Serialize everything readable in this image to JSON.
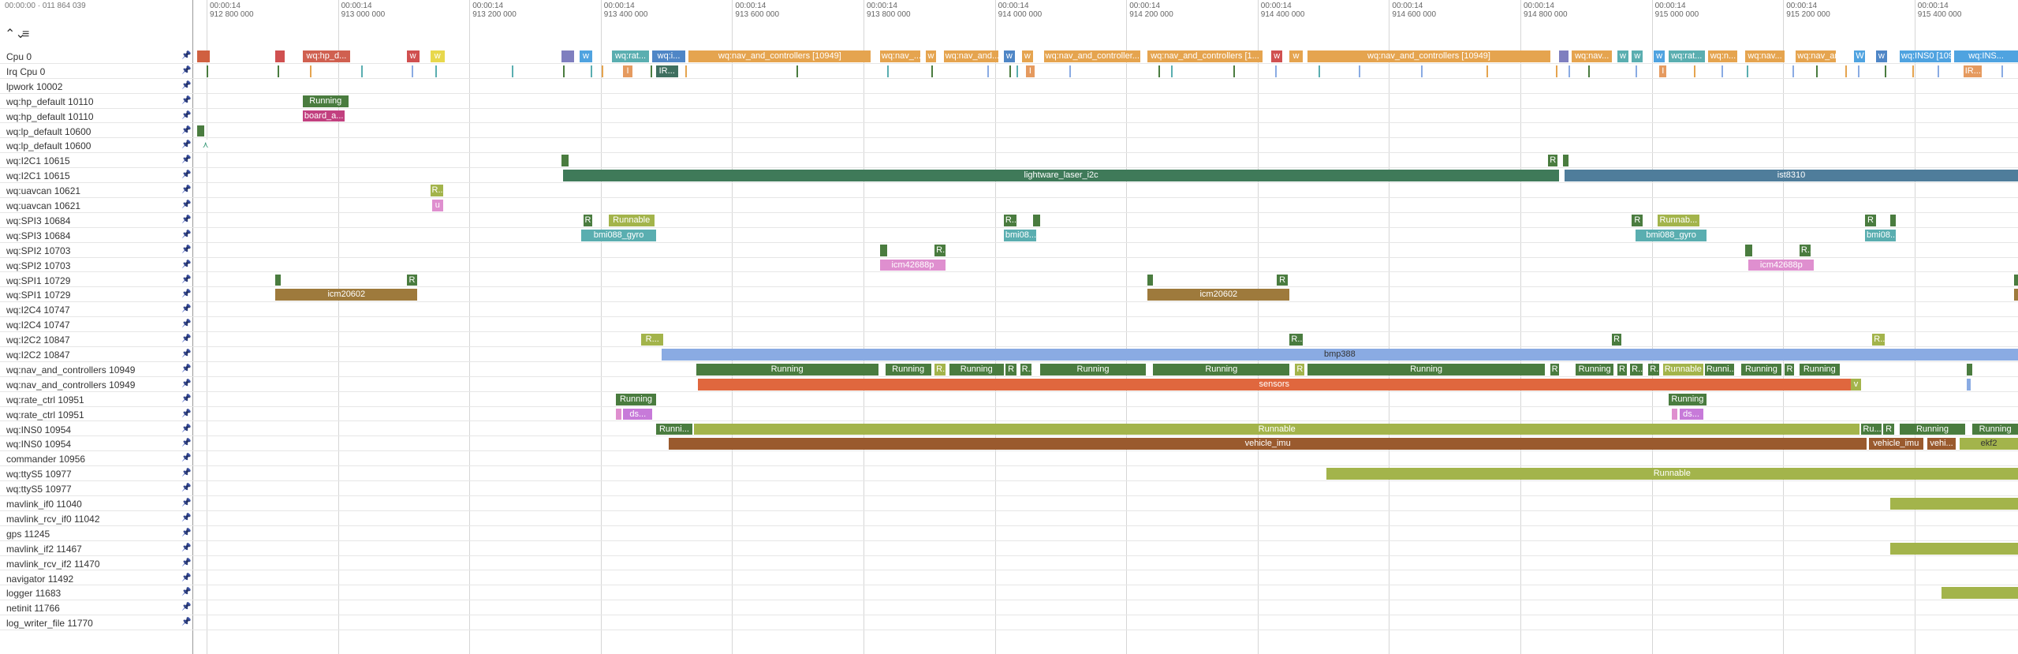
{
  "header": {
    "top_left_time": "00:00:00 · 011 864 039",
    "expand_icon": "expand-collapse-icon",
    "menu_icon": "menu-lines-icon"
  },
  "ruler": {
    "ticks": [
      {
        "line1": "00:00:14",
        "line2": "912 800 000"
      },
      {
        "line1": "00:00:14",
        "line2": "913 000 000"
      },
      {
        "line1": "00:00:14",
        "line2": "913 200 000"
      },
      {
        "line1": "00:00:14",
        "line2": "913 400 000"
      },
      {
        "line1": "00:00:14",
        "line2": "913 600 000"
      },
      {
        "line1": "00:00:14",
        "line2": "913 800 000"
      },
      {
        "line1": "00:00:14",
        "line2": "914 000 000"
      },
      {
        "line1": "00:00:14",
        "line2": "914 200 000"
      },
      {
        "line1": "00:00:14",
        "line2": "914 400 000"
      },
      {
        "line1": "00:00:14",
        "line2": "914 600 000"
      },
      {
        "line1": "00:00:14",
        "line2": "914 800 000"
      },
      {
        "line1": "00:00:14",
        "line2": "915 000 000"
      },
      {
        "line1": "00:00:14",
        "line2": "915 200 000"
      },
      {
        "line1": "00:00:14",
        "line2": "915 400 000"
      }
    ]
  },
  "colors": {
    "green": "#4a7c3f",
    "teal": "#5aaeb0",
    "orange": "#e5a44f",
    "olive": "#a3b44b",
    "brown": "#9a5a2e",
    "blue": "#8aabe3",
    "darkgreen": "#3f7a59",
    "steel": "#4f7d9b",
    "khaki": "#9e7a3c",
    "pink": "#df8fcf",
    "violet": "#c77ad9",
    "red": "#d55"
  },
  "rows": [
    {
      "label": "Cpu 0",
      "slices": [
        {
          "s": 0.0,
          "w": 0.7,
          "c": "#d06040",
          "t": ""
        },
        {
          "s": 4.3,
          "w": 0.5,
          "c": "#d05050",
          "t": ""
        },
        {
          "s": 5.8,
          "w": 2.6,
          "c": "#d06050",
          "t": "wq:hp_d..."
        },
        {
          "s": 11.5,
          "w": 0.7,
          "c": "#d05050",
          "t": "w"
        },
        {
          "s": 12.8,
          "w": 0.8,
          "c": "#e8d84c",
          "t": "w"
        },
        {
          "s": 20.0,
          "w": 0.7,
          "c": "#7f7fbf",
          "t": ""
        },
        {
          "s": 21.0,
          "w": 0.7,
          "c": "#4fa3e0",
          "t": "w"
        },
        {
          "s": 22.8,
          "w": 2.0,
          "c": "#5aaeb0",
          "t": "wq:rat..."
        },
        {
          "s": 25.0,
          "w": 1.8,
          "c": "#4f86c6",
          "t": "wq:i..."
        },
        {
          "s": 27.0,
          "w": 10.0,
          "c": "#e5a44f",
          "t": "wq:nav_and_controllers [10949]"
        },
        {
          "s": 37.5,
          "w": 2.2,
          "c": "#e5a44f",
          "t": "wq:nav_..."
        },
        {
          "s": 40.0,
          "w": 0.6,
          "c": "#e5a44f",
          "t": "w"
        },
        {
          "s": 41.0,
          "w": 3.0,
          "c": "#e5a44f",
          "t": "wq:nav_and..."
        },
        {
          "s": 44.3,
          "w": 0.6,
          "c": "#4f86c6",
          "t": "w"
        },
        {
          "s": 45.3,
          "w": 0.6,
          "c": "#e5a44f",
          "t": "w"
        },
        {
          "s": 46.5,
          "w": 5.3,
          "c": "#e5a44f",
          "t": "wq:nav_and_controller..."
        },
        {
          "s": 52.2,
          "w": 6.3,
          "c": "#e5a44f",
          "t": "wq:nav_and_controllers [1..."
        },
        {
          "s": 59.0,
          "w": 0.6,
          "c": "#d05050",
          "t": "w"
        },
        {
          "s": 60.0,
          "w": 0.7,
          "c": "#e5a44f",
          "t": "w"
        },
        {
          "s": 61.0,
          "w": 13.3,
          "c": "#e5a44f",
          "t": "wq:nav_and_controllers [10949]"
        },
        {
          "s": 74.8,
          "w": 0.5,
          "c": "#7f7fbf",
          "t": ""
        },
        {
          "s": 75.5,
          "w": 2.2,
          "c": "#e5a44f",
          "t": "wq:nav..."
        },
        {
          "s": 78.0,
          "w": 0.6,
          "c": "#5aaeb0",
          "t": "w"
        },
        {
          "s": 78.8,
          "w": 0.6,
          "c": "#5aaeb0",
          "t": "w"
        },
        {
          "s": 80.0,
          "w": 0.6,
          "c": "#4fa3e0",
          "t": "w"
        },
        {
          "s": 80.8,
          "w": 2.0,
          "c": "#5aaeb0",
          "t": "wq:rat..."
        },
        {
          "s": 83.0,
          "w": 1.6,
          "c": "#e5a44f",
          "t": "wq:n..."
        },
        {
          "s": 85.0,
          "w": 2.2,
          "c": "#e5a44f",
          "t": "wq:nav..."
        },
        {
          "s": 87.8,
          "w": 2.2,
          "c": "#e5a44f",
          "t": "wq:nav_an..."
        },
        {
          "s": 91.0,
          "w": 0.6,
          "c": "#4fa3e0",
          "t": "W"
        },
        {
          "s": 92.2,
          "w": 0.6,
          "c": "#4f86c6",
          "t": "w"
        },
        {
          "s": 93.5,
          "w": 2.8,
          "c": "#4fa3e0",
          "t": "wq:INS0 [109..."
        },
        {
          "s": 96.5,
          "w": 3.5,
          "c": "#4fa3e0",
          "t": "wq:INS..."
        }
      ]
    },
    {
      "label": "Irq Cpu 0",
      "slices": [
        {
          "s": 23.4,
          "w": 0.5,
          "c": "#e59a5f",
          "t": "I"
        },
        {
          "s": 25.2,
          "w": 1.2,
          "c": "#3f6f5f",
          "t": "IR..."
        },
        {
          "s": 45.5,
          "w": 0.5,
          "c": "#e59a5f",
          "t": "I"
        },
        {
          "s": 80.3,
          "w": 0.4,
          "c": "#e59a5f",
          "t": "I"
        },
        {
          "s": 97.0,
          "w": 1.0,
          "c": "#e59a5f",
          "t": "IR..."
        }
      ],
      "marks": [
        0.5,
        4.4,
        6.2,
        9.0,
        11.8,
        13.1,
        17.3,
        20.1,
        21.6,
        22.2,
        24.9,
        26.8,
        32.9,
        37.9,
        40.3,
        43.4,
        44.6,
        45.0,
        47.9,
        52.8,
        53.5,
        56.9,
        59.2,
        61.6,
        63.8,
        67.2,
        70.8,
        74.6,
        75.3,
        76.4,
        79.0,
        82.2,
        83.7,
        85.1,
        87.6,
        88.9,
        90.5,
        91.2,
        92.7,
        94.2,
        95.6,
        99.1
      ]
    },
    {
      "label": "lpwork 10002",
      "slices": []
    },
    {
      "label": "wq:hp_default 10110",
      "slices": [
        {
          "s": 5.8,
          "w": 2.5,
          "c": "#4a7c3f",
          "t": "Running"
        }
      ]
    },
    {
      "label": "wq:hp_default 10110",
      "slices": [
        {
          "s": 5.8,
          "w": 2.3,
          "c": "#c2407f",
          "t": "board_a..."
        }
      ]
    },
    {
      "label": "wq:lp_default 10600",
      "slices": [
        {
          "s": 0.0,
          "w": 0.4,
          "c": "#4a7c3f",
          "t": ""
        }
      ]
    },
    {
      "label": "wq:lp_default 10600",
      "slices": [
        {
          "s": 0.2,
          "w": 0.5,
          "c": "#ffffff",
          "t": "⋏",
          "fg": "#3a9a7a"
        }
      ]
    },
    {
      "label": "wq:I2C1 10615",
      "slices": [
        {
          "s": 20.0,
          "w": 0.4,
          "c": "#4a7c3f",
          "t": ""
        },
        {
          "s": 74.2,
          "w": 0.5,
          "c": "#4a7c3f",
          "t": "R"
        },
        {
          "s": 75.0,
          "w": 0.3,
          "c": "#4a7c3f",
          "t": ""
        }
      ]
    },
    {
      "label": "wq:I2C1 10615",
      "slices": [
        {
          "s": 20.1,
          "w": 54.7,
          "c": "#3f7a59",
          "t": "lightware_laser_i2c"
        },
        {
          "s": 75.1,
          "w": 24.9,
          "c": "#4f7d9b",
          "t": "ist8310"
        }
      ]
    },
    {
      "label": "wq:uavcan 10621",
      "slices": [
        {
          "s": 12.8,
          "w": 0.7,
          "c": "#a3b44b",
          "t": "R..."
        }
      ]
    },
    {
      "label": "wq:uavcan 10621",
      "slices": [
        {
          "s": 12.9,
          "w": 0.6,
          "c": "#df8fcf",
          "t": "u"
        }
      ]
    },
    {
      "label": "wq:SPI3 10684",
      "slices": [
        {
          "s": 21.2,
          "w": 0.5,
          "c": "#4a7c3f",
          "t": "R"
        },
        {
          "s": 22.6,
          "w": 2.5,
          "c": "#a3b44b",
          "t": "Runnable"
        },
        {
          "s": 44.3,
          "w": 0.7,
          "c": "#4a7c3f",
          "t": "R..."
        },
        {
          "s": 45.9,
          "w": 0.4,
          "c": "#4a7c3f",
          "t": ""
        },
        {
          "s": 78.8,
          "w": 0.6,
          "c": "#4a7c3f",
          "t": "R"
        },
        {
          "s": 80.2,
          "w": 2.3,
          "c": "#a3b44b",
          "t": "Runnab..."
        },
        {
          "s": 91.6,
          "w": 0.6,
          "c": "#4a7c3f",
          "t": "R"
        },
        {
          "s": 93.0,
          "w": 0.3,
          "c": "#4a7c3f",
          "t": ""
        }
      ]
    },
    {
      "label": "wq:SPI3 10684",
      "slices": [
        {
          "s": 21.1,
          "w": 4.1,
          "c": "#5aaeb0",
          "t": "bmi088_gyro"
        },
        {
          "s": 44.3,
          "w": 1.8,
          "c": "#5aaeb0",
          "t": "bmi08..."
        },
        {
          "s": 79.0,
          "w": 3.9,
          "c": "#5aaeb0",
          "t": "bmi088_gyro"
        },
        {
          "s": 91.6,
          "w": 1.7,
          "c": "#5aaeb0",
          "t": "bmi08..."
        }
      ]
    },
    {
      "label": "wq:SPI2 10703",
      "slices": [
        {
          "s": 37.5,
          "w": 0.4,
          "c": "#4a7c3f",
          "t": ""
        },
        {
          "s": 40.5,
          "w": 0.6,
          "c": "#4a7c3f",
          "t": "R..."
        },
        {
          "s": 85.0,
          "w": 0.4,
          "c": "#4a7c3f",
          "t": ""
        },
        {
          "s": 88.0,
          "w": 0.6,
          "c": "#4a7c3f",
          "t": "R..."
        }
      ]
    },
    {
      "label": "wq:SPI2 10703",
      "slices": [
        {
          "s": 37.5,
          "w": 3.6,
          "c": "#df8fcf",
          "t": "icm42688p"
        },
        {
          "s": 85.2,
          "w": 3.6,
          "c": "#df8fcf",
          "t": "icm42688p"
        }
      ]
    },
    {
      "label": "wq:SPI1 10729",
      "slices": [
        {
          "s": 4.3,
          "w": 0.3,
          "c": "#4a7c3f",
          "t": ""
        },
        {
          "s": 11.5,
          "w": 0.6,
          "c": "#4a7c3f",
          "t": "R"
        },
        {
          "s": 52.2,
          "w": 0.3,
          "c": "#4a7c3f",
          "t": ""
        },
        {
          "s": 59.3,
          "w": 0.6,
          "c": "#4a7c3f",
          "t": "R"
        },
        {
          "s": 99.8,
          "w": 0.2,
          "c": "#4a7c3f",
          "t": ""
        }
      ]
    },
    {
      "label": "wq:SPI1 10729",
      "slices": [
        {
          "s": 4.3,
          "w": 7.8,
          "c": "#9e7a3c",
          "t": "icm20602"
        },
        {
          "s": 52.2,
          "w": 7.8,
          "c": "#9e7a3c",
          "t": "icm20602"
        },
        {
          "s": 99.8,
          "w": 0.2,
          "c": "#9e7a3c",
          "t": ""
        }
      ]
    },
    {
      "label": "wq:I2C4 10747",
      "slices": []
    },
    {
      "label": "wq:I2C4 10747",
      "slices": []
    },
    {
      "label": "wq:I2C2 10847",
      "slices": [
        {
          "s": 24.4,
          "w": 1.2,
          "c": "#a3b44b",
          "t": "R..."
        },
        {
          "s": 60.0,
          "w": 0.7,
          "c": "#4a7c3f",
          "t": "R..."
        },
        {
          "s": 77.7,
          "w": 0.5,
          "c": "#4a7c3f",
          "t": "R"
        },
        {
          "s": 92.0,
          "w": 0.7,
          "c": "#a3b44b",
          "t": "R..."
        }
      ]
    },
    {
      "label": "wq:I2C2 10847",
      "slices": [
        {
          "s": 25.5,
          "w": 74.5,
          "c": "#8aabe3",
          "t": "bmp388",
          "fg": "#333"
        }
      ]
    },
    {
      "label": "wq:nav_and_controllers 10949",
      "slices": [
        {
          "s": 27.4,
          "w": 10.0,
          "c": "#4a7c3f",
          "t": "Running"
        },
        {
          "s": 37.8,
          "w": 2.5,
          "c": "#4a7c3f",
          "t": "Running"
        },
        {
          "s": 40.5,
          "w": 0.6,
          "c": "#a3b44b",
          "t": "R..."
        },
        {
          "s": 41.3,
          "w": 3.0,
          "c": "#4a7c3f",
          "t": "Running"
        },
        {
          "s": 44.4,
          "w": 0.6,
          "c": "#4a7c3f",
          "t": "R"
        },
        {
          "s": 45.2,
          "w": 0.6,
          "c": "#4a7c3f",
          "t": "R..."
        },
        {
          "s": 46.3,
          "w": 5.8,
          "c": "#4a7c3f",
          "t": "Running"
        },
        {
          "s": 52.5,
          "w": 7.5,
          "c": "#4a7c3f",
          "t": "Running"
        },
        {
          "s": 60.3,
          "w": 0.5,
          "c": "#a3b44b",
          "t": "R"
        },
        {
          "s": 61.0,
          "w": 13.0,
          "c": "#4a7c3f",
          "t": "Running"
        },
        {
          "s": 74.3,
          "w": 0.5,
          "c": "#4a7c3f",
          "t": "R"
        },
        {
          "s": 75.7,
          "w": 2.1,
          "c": "#4a7c3f",
          "t": "Running"
        },
        {
          "s": 78.0,
          "w": 0.5,
          "c": "#4a7c3f",
          "t": "R"
        },
        {
          "s": 78.7,
          "w": 0.7,
          "c": "#4a7c3f",
          "t": "R..."
        },
        {
          "s": 79.7,
          "w": 0.6,
          "c": "#4a7c3f",
          "t": "R..."
        },
        {
          "s": 80.5,
          "w": 2.2,
          "c": "#a3b44b",
          "t": "Runnable"
        },
        {
          "s": 82.8,
          "w": 1.6,
          "c": "#4a7c3f",
          "t": "Runni..."
        },
        {
          "s": 84.8,
          "w": 2.2,
          "c": "#4a7c3f",
          "t": "Running"
        },
        {
          "s": 87.2,
          "w": 0.5,
          "c": "#4a7c3f",
          "t": "R"
        },
        {
          "s": 88.0,
          "w": 2.2,
          "c": "#4a7c3f",
          "t": "Running"
        },
        {
          "s": 97.2,
          "w": 0.3,
          "c": "#4a7c3f",
          "t": ""
        }
      ]
    },
    {
      "label": "wq:nav_and_controllers 10949",
      "slices": [
        {
          "s": 27.5,
          "w": 63.3,
          "c": "#e0673e",
          "t": "sensors"
        },
        {
          "s": 90.8,
          "w": 0.6,
          "c": "#a3b44b",
          "t": "v"
        },
        {
          "s": 97.2,
          "w": 0.2,
          "c": "#8aabe3",
          "t": ""
        }
      ]
    },
    {
      "label": "wq:rate_ctrl 10951",
      "slices": [
        {
          "s": 23.0,
          "w": 2.2,
          "c": "#4a7c3f",
          "t": "Running"
        },
        {
          "s": 80.8,
          "w": 2.1,
          "c": "#4a7c3f",
          "t": "Running"
        }
      ]
    },
    {
      "label": "wq:rate_ctrl 10951",
      "slices": [
        {
          "s": 23.0,
          "w": 0.3,
          "c": "#df8fcf",
          "t": ""
        },
        {
          "s": 23.4,
          "w": 1.6,
          "c": "#c77ad9",
          "t": "ds..."
        },
        {
          "s": 81.0,
          "w": 0.3,
          "c": "#df8fcf",
          "t": ""
        },
        {
          "s": 81.4,
          "w": 1.3,
          "c": "#c77ad9",
          "t": "ds..."
        }
      ]
    },
    {
      "label": "wq:INS0 10954",
      "slices": [
        {
          "s": 25.2,
          "w": 2.0,
          "c": "#4a7c3f",
          "t": "Runni..."
        },
        {
          "s": 27.3,
          "w": 64.0,
          "c": "#a3b44b",
          "t": "Runnable"
        },
        {
          "s": 91.4,
          "w": 1.1,
          "c": "#4a7c3f",
          "t": "Ru..."
        },
        {
          "s": 92.6,
          "w": 0.6,
          "c": "#4a7c3f",
          "t": "R"
        },
        {
          "s": 93.5,
          "w": 3.6,
          "c": "#4a7c3f",
          "t": "Running"
        },
        {
          "s": 97.5,
          "w": 2.5,
          "c": "#4a7c3f",
          "t": "Running"
        }
      ]
    },
    {
      "label": "wq:INS0 10954",
      "slices": [
        {
          "s": 25.9,
          "w": 65.8,
          "c": "#9a5a2e",
          "t": "vehicle_imu"
        },
        {
          "s": 91.8,
          "w": 3.0,
          "c": "#9a5a2e",
          "t": "vehicle_imu"
        },
        {
          "s": 95.0,
          "w": 1.6,
          "c": "#9a5a2e",
          "t": "vehi..."
        },
        {
          "s": 96.8,
          "w": 3.2,
          "c": "#a3b44b",
          "t": "ekf2",
          "fg": "#333"
        }
      ]
    },
    {
      "label": "commander 10956",
      "slices": []
    },
    {
      "label": "wq:ttyS5 10977",
      "slices": [
        {
          "s": 62.0,
          "w": 38.0,
          "c": "#a3b44b",
          "t": "Runnable"
        }
      ]
    },
    {
      "label": "wq:ttyS5 10977",
      "slices": []
    },
    {
      "label": "mavlink_if0 11040",
      "slices": [
        {
          "s": 93.0,
          "w": 7.0,
          "c": "#a3b44b",
          "t": ""
        }
      ]
    },
    {
      "label": "mavlink_rcv_if0 11042",
      "slices": []
    },
    {
      "label": "gps 11245",
      "slices": []
    },
    {
      "label": "mavlink_if2 11467",
      "slices": [
        {
          "s": 93.0,
          "w": 7.0,
          "c": "#a3b44b",
          "t": ""
        }
      ]
    },
    {
      "label": "mavlink_rcv_if2 11470",
      "slices": []
    },
    {
      "label": "navigator 11492",
      "slices": []
    },
    {
      "label": "logger 11683",
      "slices": [
        {
          "s": 95.8,
          "w": 4.2,
          "c": "#a3b44b",
          "t": ""
        }
      ]
    },
    {
      "label": "netinit 11766",
      "slices": []
    },
    {
      "label": "log_writer_file 11770",
      "slices": []
    }
  ]
}
